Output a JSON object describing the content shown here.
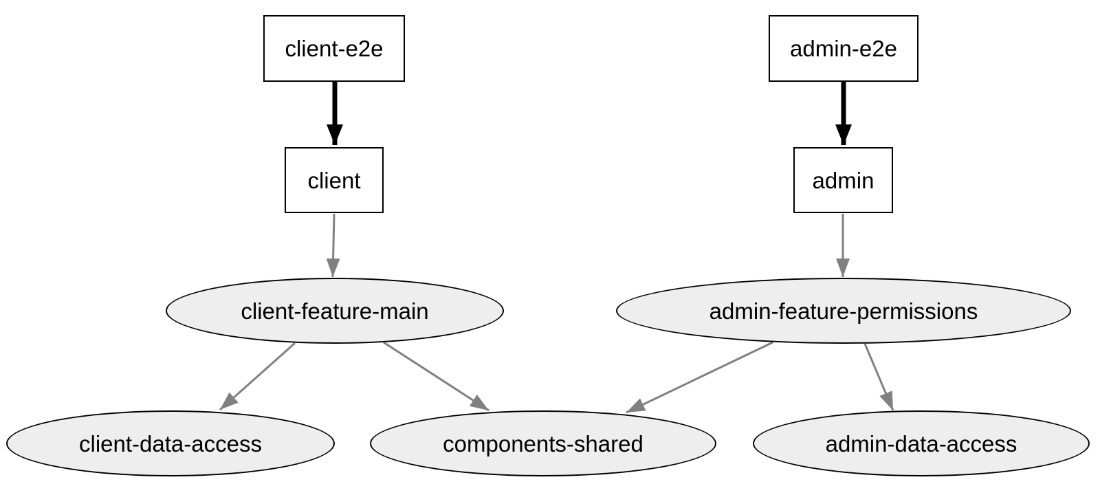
{
  "diagram": {
    "type": "dependency-graph",
    "background_color": "#ffffff",
    "colors": {
      "box_fill": "#ffffff",
      "ellipse_fill": "#eeeeee",
      "node_border": "#000000",
      "edge_strong": "#000000",
      "edge_regular": "#808080",
      "text": "#000000"
    },
    "nodes": {
      "client_e2e": {
        "label": "client-e2e",
        "shape": "box"
      },
      "admin_e2e": {
        "label": "admin-e2e",
        "shape": "box"
      },
      "client": {
        "label": "client",
        "shape": "box"
      },
      "admin": {
        "label": "admin",
        "shape": "box"
      },
      "client_feature_main": {
        "label": "client-feature-main",
        "shape": "ellipse"
      },
      "admin_feature_permissions": {
        "label": "admin-feature-permissions",
        "shape": "ellipse"
      },
      "client_data_access": {
        "label": "client-data-access",
        "shape": "ellipse"
      },
      "components_shared": {
        "label": "components-shared",
        "shape": "ellipse"
      },
      "admin_data_access": {
        "label": "admin-data-access",
        "shape": "ellipse"
      }
    },
    "edges": [
      {
        "from": "client-e2e",
        "to": "client",
        "style": "strong"
      },
      {
        "from": "admin-e2e",
        "to": "admin",
        "style": "strong"
      },
      {
        "from": "client",
        "to": "client-feature-main",
        "style": "regular"
      },
      {
        "from": "admin",
        "to": "admin-feature-permissions",
        "style": "regular"
      },
      {
        "from": "client-feature-main",
        "to": "client-data-access",
        "style": "regular"
      },
      {
        "from": "client-feature-main",
        "to": "components-shared",
        "style": "regular"
      },
      {
        "from": "admin-feature-permissions",
        "to": "components-shared",
        "style": "regular"
      },
      {
        "from": "admin-feature-permissions",
        "to": "admin-data-access",
        "style": "regular"
      }
    ]
  }
}
